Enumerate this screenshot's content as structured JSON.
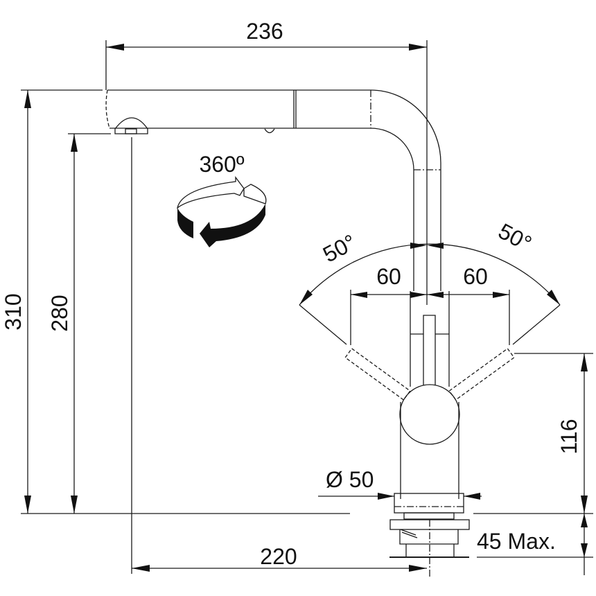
{
  "drawing": {
    "dimensions": {
      "total_width": "236",
      "total_height": "310",
      "spout_height": "280",
      "spout_reach": "220",
      "lever_height": "116",
      "countertop_thickness": "45 Max.",
      "base_diameter": "Ø 50",
      "lever_offset_left": "60",
      "lever_offset_right": "60",
      "lever_angle_left": "50°",
      "lever_angle_right": "50°",
      "rotation": "360º"
    },
    "colors": {
      "line": "#1a1a1a",
      "background": "#ffffff"
    }
  }
}
